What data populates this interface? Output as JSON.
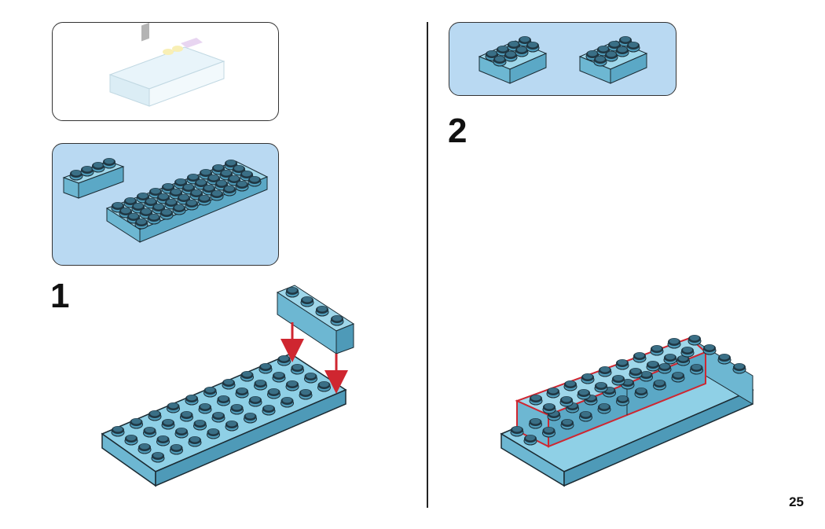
{
  "steps": [
    {
      "number": "1"
    },
    {
      "number": "2"
    }
  ],
  "page_number": "25",
  "colors": {
    "brick": "#7cc6df",
    "brick_dark": "#4e9ab8",
    "panel_blue": "#b9d9f2",
    "arrow": "#cf2630",
    "outline": "#1b2b33"
  }
}
